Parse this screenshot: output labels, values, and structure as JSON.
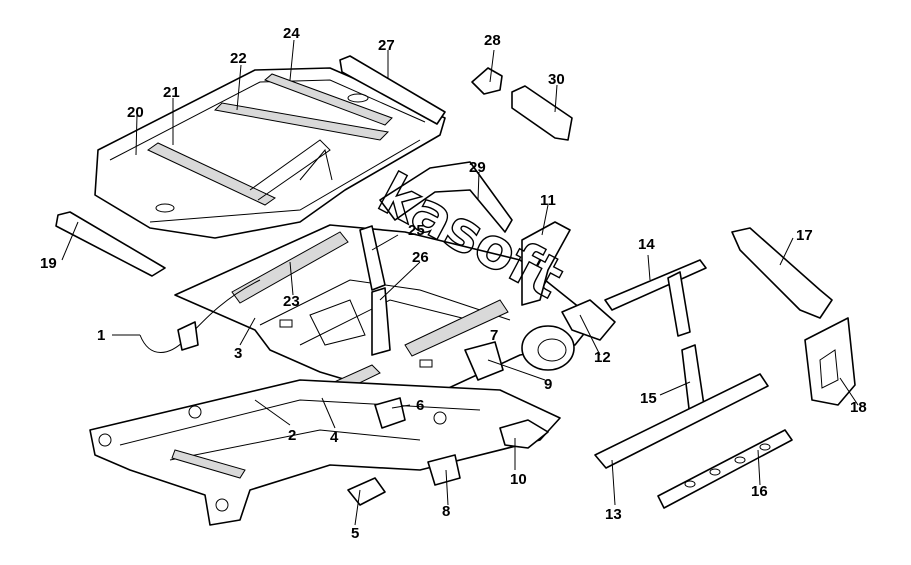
{
  "diagram": {
    "watermark_text": "kasoft",
    "callouts": [
      "1",
      "2",
      "3",
      "4",
      "5",
      "6",
      "7",
      "8",
      "9",
      "10",
      "11",
      "12",
      "13",
      "14",
      "15",
      "16",
      "17",
      "18",
      "19",
      "20",
      "21",
      "22",
      "23",
      "24",
      "25",
      "26",
      "27",
      "28",
      "29",
      "30"
    ]
  }
}
